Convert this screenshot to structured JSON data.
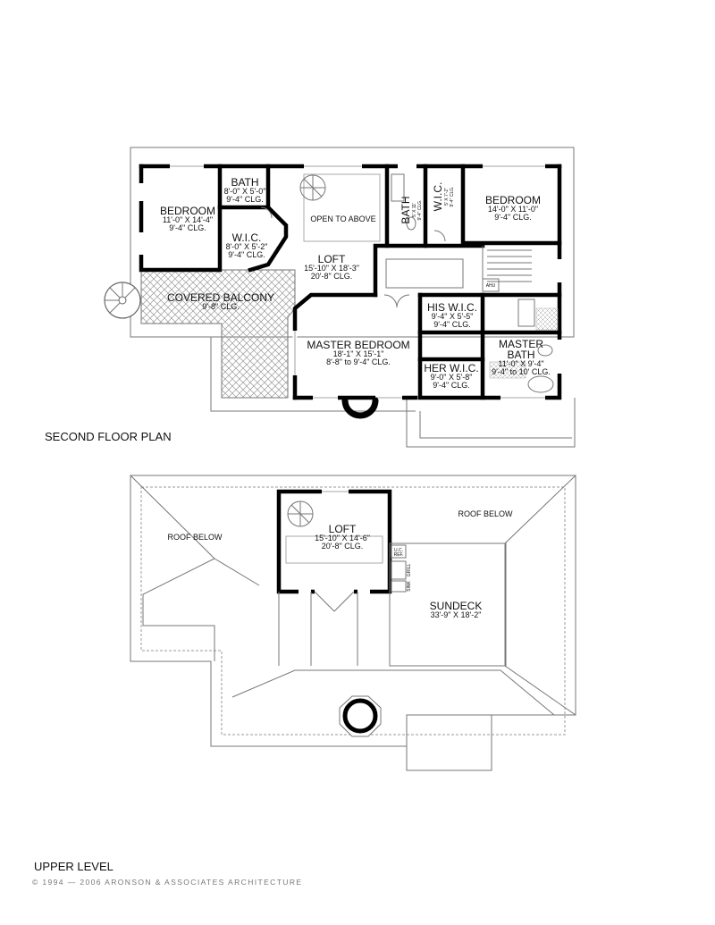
{
  "second_floor": {
    "title": "SECOND FLOOR PLAN",
    "rooms": {
      "bedroom_left": {
        "name": "BEDROOM",
        "dims": "11'-0\" X 14'-4\"",
        "clg": "9'-4\" CLG."
      },
      "bath_top": {
        "name": "BATH",
        "dims": "8'-0\" X 5'-0\"",
        "clg": "9'-4\" CLG."
      },
      "wic_left": {
        "name": "W.I.C.",
        "dims": "8'-0\" X 5'-2\"",
        "clg": "9'-4\" CLG."
      },
      "open_to_above": {
        "name": "OPEN TO ABOVE"
      },
      "loft": {
        "name": "LOFT",
        "dims": "15'-10\" X 18'-3\"",
        "clg": "20'-8\" CLG."
      },
      "bath_mid": {
        "name": "BATH",
        "dims": "5' X 11'",
        "clg": "9'-4\" CLG."
      },
      "wic_right": {
        "name": "W.I.C.",
        "dims": "5' X 7'-2\"",
        "clg": "9'-4\" CLG."
      },
      "bedroom_right": {
        "name": "BEDROOM",
        "dims": "14'-0\" X 11'-0\"",
        "clg": "9'-4\" CLG."
      },
      "covered_balcony": {
        "name": "COVERED BALCONY",
        "clg": "9'-8\" CLG."
      },
      "master_bedroom": {
        "name": "MASTER BEDROOM",
        "dims": "18'-1\" X 15'-1\"",
        "clg": "8'-8\" to 9'-4\" CLG."
      },
      "his_wic": {
        "name": "HIS W.I.C.",
        "dims": "9'-4\" X 5'-5\"",
        "clg": "9'-4\" CLG."
      },
      "her_wic": {
        "name": "HER W.I.C.",
        "dims": "9'-0\" X 5'-8\"",
        "clg": "9'-4\" CLG."
      },
      "master_bath": {
        "name": "MASTER BATH",
        "name_line1": "MASTER",
        "name_line2": "BATH",
        "dims": "11'-0\" X 9'-4\"",
        "clg": "9'-4\" to 10' CLG."
      },
      "ahu": {
        "name": "AHU"
      }
    }
  },
  "upper_level": {
    "title": "UPPER LEVEL",
    "rooms": {
      "roof_below_left": {
        "name": "ROOF BELOW"
      },
      "roof_below_right": {
        "name": "ROOF BELOW"
      },
      "loft": {
        "name": "LOFT",
        "dims": "15'-10\" X 14'-6\"",
        "clg": "20'-8\" CLG."
      },
      "sundeck": {
        "name": "SUNDECK",
        "dims": "33'-9\" X 18'-2\""
      },
      "uc_ref": {
        "name_line1": "U.C.",
        "name_line2": "REF."
      },
      "grill": {
        "name": "GRILL"
      },
      "sink": {
        "name": "SINK"
      }
    }
  },
  "copyright": "© 1994 — 2006 ARONSON & ASSOCIATES ARCHITECTURE"
}
